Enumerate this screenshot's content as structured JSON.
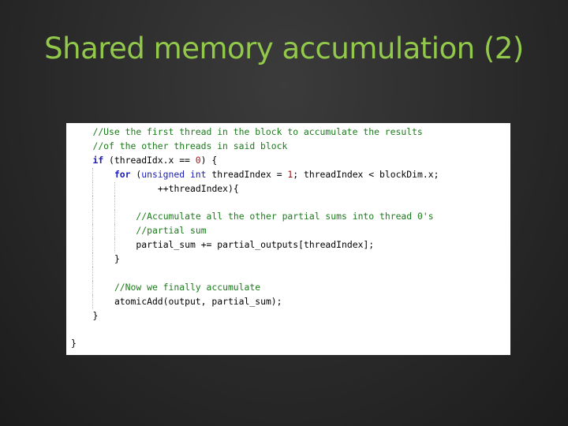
{
  "slide": {
    "title": "Shared memory accumulation (2)"
  },
  "code": {
    "lines": [
      [
        {
          "indent": 4,
          "guides": 0,
          "tokens": [
            {
              "cls": "comment",
              "text": "//Use the first thread in the block to accumulate the results"
            }
          ]
        }
      ],
      [
        {
          "indent": 4,
          "guides": 0,
          "tokens": [
            {
              "cls": "comment",
              "text": "//of the other threads in said block"
            }
          ]
        }
      ],
      [
        {
          "indent": 4,
          "guides": 0,
          "tokens": [
            {
              "cls": "keyword",
              "text": "if"
            },
            {
              "cls": "plain",
              "text": " (threadIdx.x "
            },
            {
              "cls": "op",
              "text": "=="
            },
            {
              "cls": "plain",
              "text": " "
            },
            {
              "cls": "number",
              "text": "0"
            },
            {
              "cls": "plain",
              "text": ") {"
            }
          ]
        }
      ],
      [
        {
          "indent": 8,
          "guides": 1,
          "tokens": [
            {
              "cls": "keyword",
              "text": "for"
            },
            {
              "cls": "plain",
              "text": " ("
            },
            {
              "cls": "type",
              "text": "unsigned int"
            },
            {
              "cls": "plain",
              "text": " threadIndex "
            },
            {
              "cls": "op",
              "text": "="
            },
            {
              "cls": "plain",
              "text": " "
            },
            {
              "cls": "number",
              "text": "1"
            },
            {
              "cls": "plain",
              "text": "; threadIndex "
            },
            {
              "cls": "op",
              "text": "<"
            },
            {
              "cls": "plain",
              "text": " blockDim.x;"
            }
          ]
        }
      ],
      [
        {
          "indent": 16,
          "guides": 2,
          "tokens": [
            {
              "cls": "plain",
              "text": "++threadIndex){"
            }
          ]
        }
      ],
      [
        {
          "indent": 12,
          "guides": 2,
          "tokens": []
        }
      ],
      [
        {
          "indent": 12,
          "guides": 2,
          "tokens": [
            {
              "cls": "comment",
              "text": "//Accumulate all the other partial sums into thread 0's"
            }
          ]
        }
      ],
      [
        {
          "indent": 12,
          "guides": 2,
          "tokens": [
            {
              "cls": "comment",
              "text": "//partial sum"
            }
          ]
        }
      ],
      [
        {
          "indent": 12,
          "guides": 2,
          "tokens": [
            {
              "cls": "plain",
              "text": "partial_sum "
            },
            {
              "cls": "op",
              "text": "+="
            },
            {
              "cls": "plain",
              "text": " partial_outputs[threadIndex];"
            }
          ]
        }
      ],
      [
        {
          "indent": 8,
          "guides": 1,
          "tokens": [
            {
              "cls": "plain",
              "text": "}"
            }
          ]
        }
      ],
      [
        {
          "indent": 8,
          "guides": 1,
          "tokens": []
        }
      ],
      [
        {
          "indent": 8,
          "guides": 1,
          "tokens": [
            {
              "cls": "comment",
              "text": "//Now we finally accumulate"
            }
          ]
        }
      ],
      [
        {
          "indent": 8,
          "guides": 1,
          "tokens": [
            {
              "cls": "plain",
              "text": "atomicAdd(output, partial_sum);"
            }
          ]
        }
      ],
      [
        {
          "indent": 4,
          "guides": 0,
          "tokens": [
            {
              "cls": "plain",
              "text": "}"
            }
          ]
        }
      ],
      [
        {
          "indent": 0,
          "guides": 0,
          "tokens": []
        }
      ],
      [
        {
          "indent": 0,
          "guides": 0,
          "tokens": [
            {
              "cls": "plain",
              "text": "}"
            }
          ]
        }
      ]
    ]
  }
}
